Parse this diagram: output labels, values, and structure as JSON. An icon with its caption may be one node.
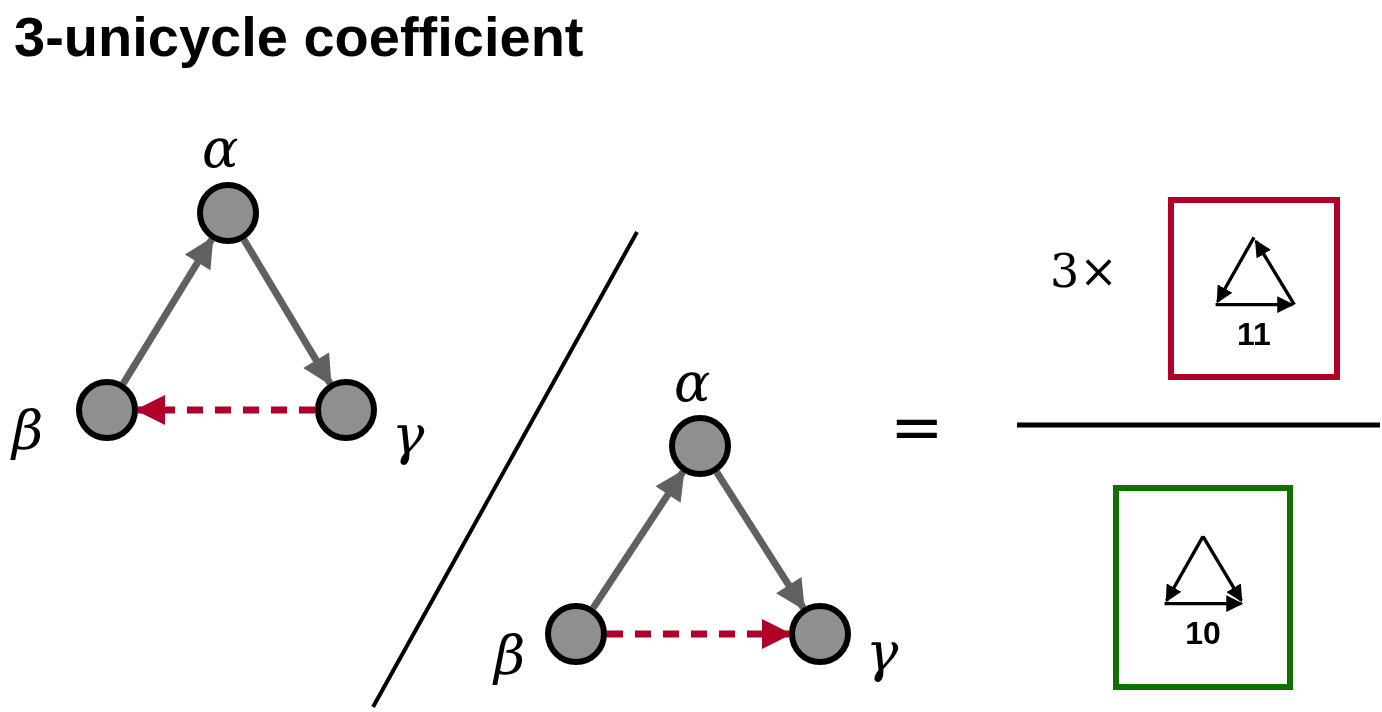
{
  "diagram": {
    "title": "3-unicycle coefficient",
    "nodes": [
      {
        "text": [],
        "shape": "circle",
        "beside": [
          "α"
        ]
      },
      {
        "text": [],
        "shape": "circle",
        "beside": [
          "β"
        ]
      },
      {
        "text": [],
        "shape": "circle",
        "beside": [
          "γ"
        ]
      },
      {
        "text": [],
        "shape": "circle",
        "beside": [
          "α"
        ]
      },
      {
        "text": [],
        "shape": "circle",
        "beside": [
          "β"
        ]
      },
      {
        "text": [],
        "shape": "circle",
        "beside": [
          "γ"
        ]
      },
      {
        "text": [
          "11"
        ]
      },
      {
        "text": [
          "10"
        ]
      }
    ],
    "edges": [
      {
        "from": 1,
        "to": 0,
        "arrow": "to"
      },
      {
        "from": 0,
        "to": 2,
        "arrow": "to"
      },
      {
        "from": 2,
        "to": 1,
        "arrow": "to",
        "style": "dashed",
        "color": "#b0002a"
      },
      {
        "from": 4,
        "to": 3,
        "arrow": "to"
      },
      {
        "from": 3,
        "to": 5,
        "arrow": "to"
      },
      {
        "from": 4,
        "to": 5,
        "arrow": "to",
        "style": "dashed",
        "color": "#b0002a"
      }
    ],
    "labels": [
      "3×",
      "="
    ]
  }
}
